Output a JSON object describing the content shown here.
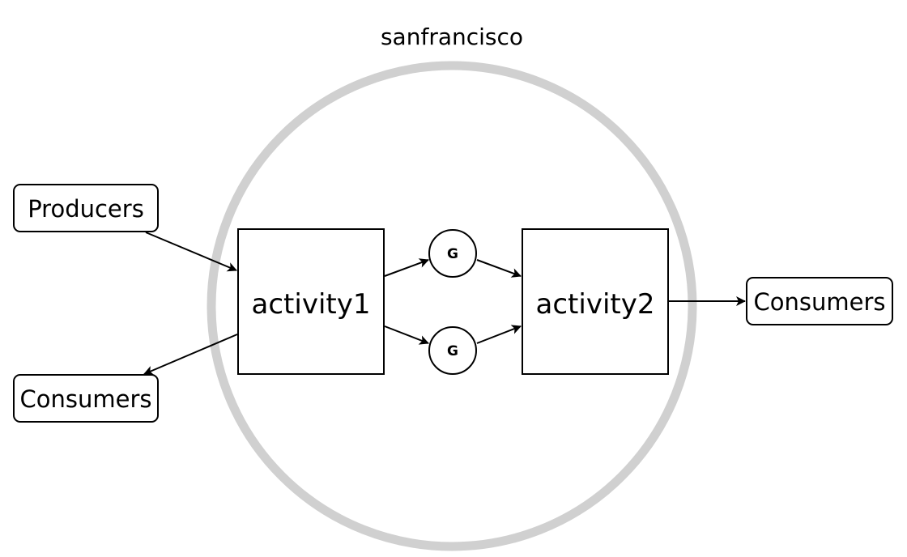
{
  "diagram": {
    "region": {
      "label": "sanfrancisco"
    },
    "nodes": {
      "producers": "Producers",
      "consumers_left": "Consumers",
      "activity1": "activity1",
      "activity2": "activity2",
      "gate_top": "G",
      "gate_bottom": "G",
      "consumers_right": "Consumers"
    }
  },
  "colors": {
    "region_ring": "#d0d0d0",
    "stroke": "#000000",
    "background": "#ffffff"
  }
}
